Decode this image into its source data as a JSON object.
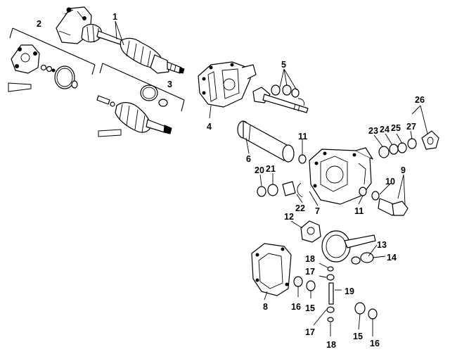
{
  "diagram": {
    "callouts": [
      "1",
      "2",
      "3",
      "4",
      "5",
      "6",
      "11",
      "20",
      "21",
      "22",
      "7",
      "23",
      "24",
      "25",
      "27",
      "26",
      "9",
      "10",
      "11",
      "12",
      "13",
      "14",
      "18",
      "17",
      "16",
      "15",
      "19",
      "8",
      "17",
      "18",
      "15",
      "16"
    ]
  }
}
